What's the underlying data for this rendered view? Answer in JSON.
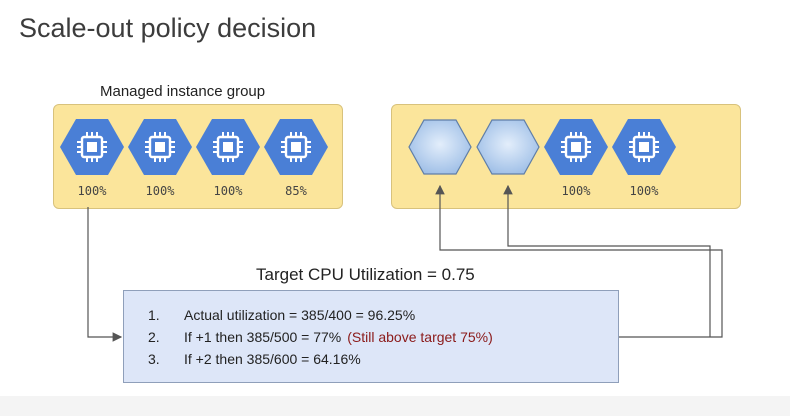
{
  "title": "Scale-out policy decision",
  "group_label": "Managed instance group",
  "left_group": {
    "instances": [
      {
        "icon": "compute-engine-icon",
        "utilization": "100%"
      },
      {
        "icon": "compute-engine-icon",
        "utilization": "100%"
      },
      {
        "icon": "compute-engine-icon",
        "utilization": "100%"
      },
      {
        "icon": "compute-engine-icon",
        "utilization": "85%"
      }
    ]
  },
  "right_group": {
    "new_instances": [
      {
        "icon": "new-instance-hexagon"
      },
      {
        "icon": "new-instance-hexagon"
      }
    ],
    "instances": [
      {
        "icon": "compute-engine-icon",
        "utilization": "100%"
      },
      {
        "icon": "compute-engine-icon",
        "utilization": "100%"
      }
    ]
  },
  "target_label": "Target CPU Utilization = 0.75",
  "calculation": {
    "steps": [
      {
        "num": "1.",
        "text": "Actual utilization = 385/400 = 96.25%",
        "note": ""
      },
      {
        "num": "2.",
        "text": "If +1 then 385/500 = 77%",
        "note": "(Still above target 75%)"
      },
      {
        "num": "3.",
        "text": "If +2 then 385/600 = 64.16%",
        "note": ""
      }
    ]
  },
  "colors": {
    "group_fill": "#fbe59b",
    "instance_blue": "#4a7fd6",
    "new_instance_fill": "#b9d3ee",
    "calc_fill": "#dde6f8",
    "note_red": "#8b1a1a"
  }
}
